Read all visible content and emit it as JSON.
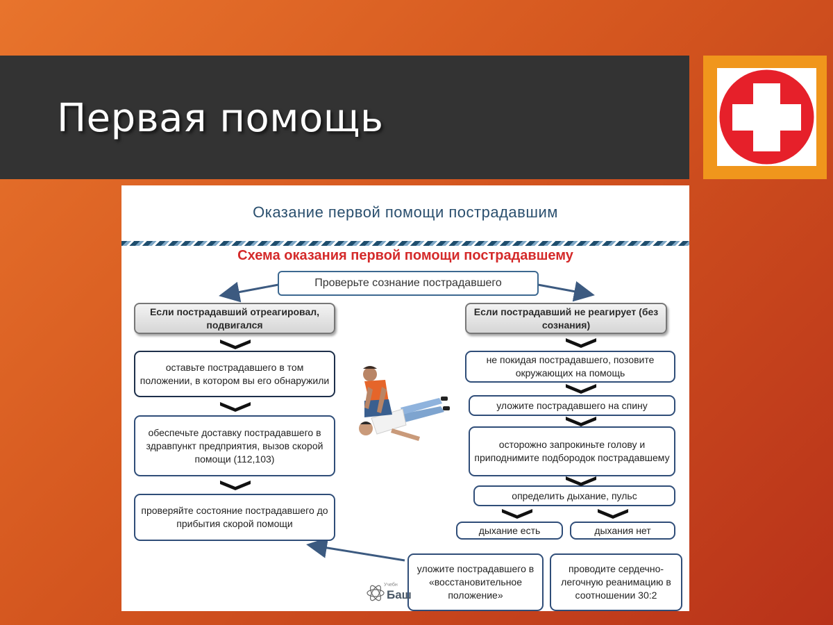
{
  "slide": {
    "title": "Первая помощь",
    "logo_icon": "red-cross-icon",
    "colors": {
      "accent": "#f0961c",
      "title_bar": "#333333",
      "cross_red": "#e6202a"
    }
  },
  "panel": {
    "header": "Оказание первой помощи пострадавшим",
    "scheme_title": "Схема оказания первой помощи пострадавшему",
    "question": "Проверьте сознание пострадавшего",
    "left": {
      "condition": "Если пострадавший отреагировал, подвигался",
      "steps": [
        "оставьте пострадавшего в том положении, в котором вы его обнаружили",
        "обеспечьте доставку пострадавшего в здравпункт предприятия, вызов скорой помощи (112,103)",
        "проверяйте состояние пострадавшего до прибытия скорой помощи"
      ]
    },
    "right": {
      "condition": "Если пострадавший не реагирует (без сознания)",
      "steps": [
        "не покидая пострадавшего, позовите окружающих на помощь",
        "уложите пострадавшего на спину",
        "осторожно запрокиньте голову и приподнимите подбородок пострадавшему",
        "определить дыхание, пульс"
      ],
      "breathing_yes": "дыхание есть",
      "breathing_no": "дыхания нет",
      "action_yes": "уложите пострадавшего в «восстановительное положение»",
      "action_no": "проводите сердечно-легочную реанимацию в соотношении 30:2"
    },
    "watermark_small": "Учебн",
    "watermark": "Баш"
  }
}
